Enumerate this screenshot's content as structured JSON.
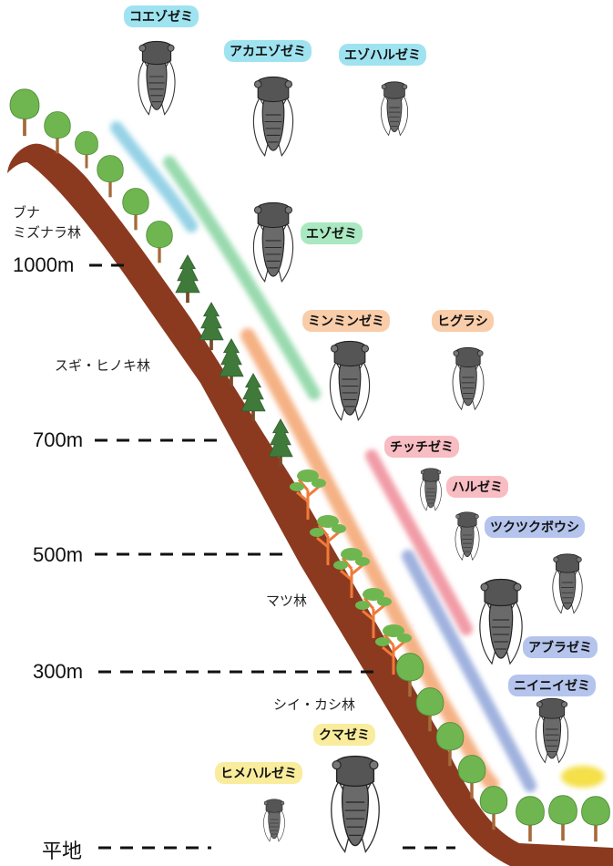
{
  "elevations": [
    "1000m",
    "700m",
    "500m",
    "300m",
    "平地"
  ],
  "forests": [
    "ブナ",
    "ミズナラ林",
    "スギ・ヒノキ林",
    "マツ林",
    "シイ・カシ林"
  ],
  "cicadas": [
    {
      "name": "コエゾゼミ",
      "color": "#6fd0e6"
    },
    {
      "name": "アカエゾゼミ",
      "color": "#6fd0e6"
    },
    {
      "name": "エゾハルゼミ",
      "color": "#6fd0e6"
    },
    {
      "name": "エゾゼミ",
      "color": "#7fdba6"
    },
    {
      "name": "ミンミンゼミ",
      "color": "#f5b183"
    },
    {
      "name": "ヒグラシ",
      "color": "#f5b183"
    },
    {
      "name": "チッチゼミ",
      "color": "#f59aa5"
    },
    {
      "name": "ハルゼミ",
      "color": "#f59aa5"
    },
    {
      "name": "ツクツクボウシ",
      "color": "#8fa8dc"
    },
    {
      "name": "アブラゼミ",
      "color": "#8fa8dc"
    },
    {
      "name": "ニイニイゼミ",
      "color": "#8fa8dc"
    },
    {
      "name": "クマゼミ",
      "color": "#f6df6e"
    },
    {
      "name": "ヒメハルゼミ",
      "color": "#f6df6e"
    }
  ],
  "colors": {
    "slope": "#8b3a1f",
    "band_blue": "#7cc7e0",
    "band_green": "#86d3a0",
    "band_orange": "#f3a36e",
    "band_pink": "#ee8a97",
    "band_indigo": "#8ea3d8",
    "sun_yellow": "#f4e04a",
    "broadleaf_green": "#6fb650",
    "conifer_green": "#3f7a3a",
    "pine_trunk": "#f07a3a"
  }
}
